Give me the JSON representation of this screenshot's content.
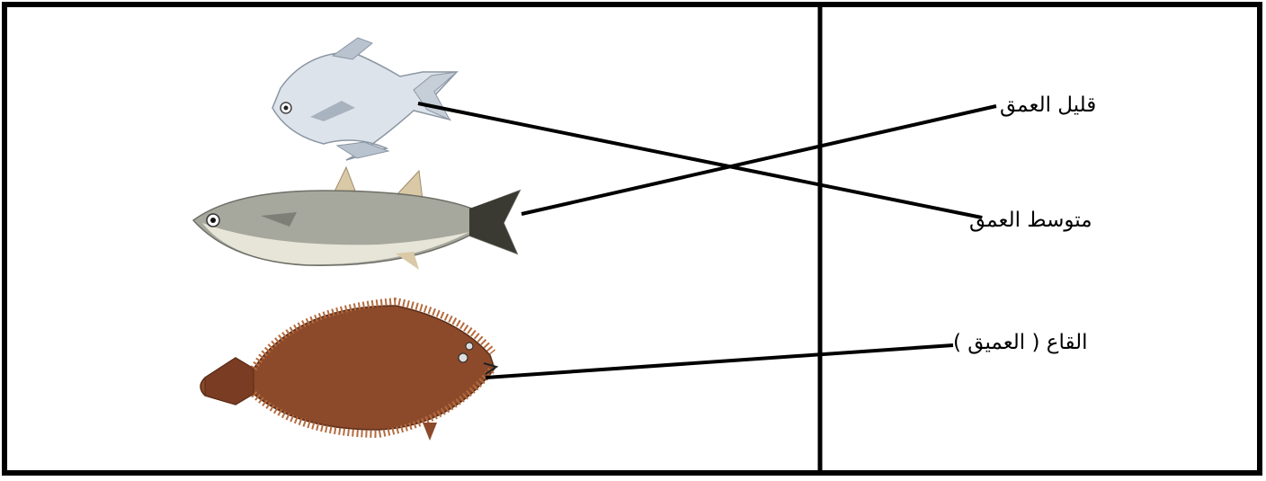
{
  "columns": {
    "left": "fish-images",
    "right": "depth-labels"
  },
  "fish": [
    {
      "name": "pomfret",
      "icon": "silver-pomfret-icon",
      "body_color": "#d8dee6"
    },
    {
      "name": "mullet",
      "icon": "grey-mullet-icon",
      "body_color": "#9a9a90"
    },
    {
      "name": "flounder",
      "icon": "flounder-icon",
      "body_color": "#8a4a2a"
    }
  ],
  "labels": [
    {
      "text": "قليل العمق"
    },
    {
      "text": "متوسط العمق"
    },
    {
      "text": "القاع ( العميق )"
    }
  ],
  "matches": [
    {
      "fish": "pomfret",
      "label": "متوسط العمق"
    },
    {
      "fish": "mullet",
      "label": "قليل العمق"
    },
    {
      "fish": "flounder",
      "label": "القاع ( العميق )"
    }
  ],
  "colors": {
    "line": "#000000",
    "border": "#000000",
    "background": "#ffffff"
  }
}
